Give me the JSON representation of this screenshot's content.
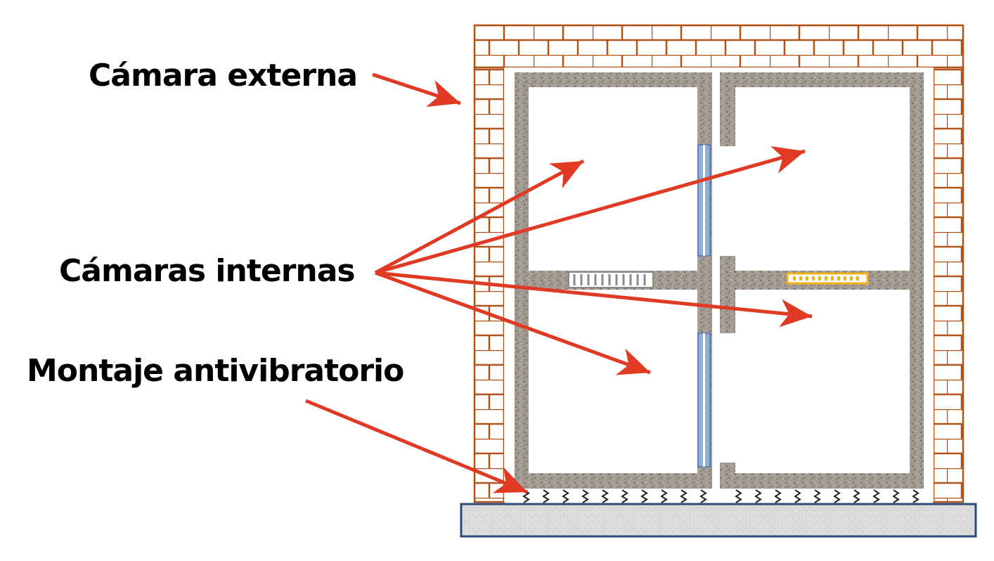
{
  "labels": {
    "camara_externa": "Cámara externa",
    "camaras_internas": "Cámaras internas",
    "montaje_antivibratorio": "Montaje antivibratorio"
  },
  "colors": {
    "brick_stroke": "#b0541a",
    "concrete_fill": "#a29a90",
    "arrow": "#e03a24",
    "glass": "#8fb0dc",
    "glass_stroke": "#4a72b0",
    "vent_grey": "#8a8a8a",
    "vent_yellow": "#f2b21a",
    "base_fill": "#dcdcdc",
    "base_stroke": "#2e4a78"
  },
  "icons": [
    "brick-wall-icon",
    "spring-icon",
    "window-glass-icon",
    "vent-grille-icon",
    "arrow-icon"
  ]
}
